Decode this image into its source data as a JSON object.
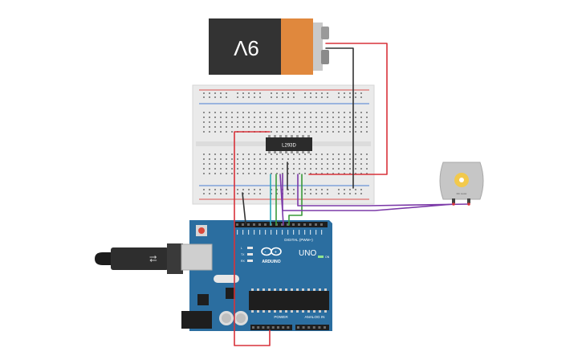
{
  "battery": {
    "label": "9V"
  },
  "chip": {
    "label": "L293D"
  },
  "motor": {
    "label": "DC motor"
  },
  "arduino": {
    "brand": "ARDUINO",
    "model": "UNO",
    "digital_label": "DIGITAL (PWM~)",
    "power_label": "POWER",
    "analog_label": "ANALOG IN",
    "on_label": "ON",
    "led_labels": [
      "L",
      "TX",
      "RX"
    ]
  },
  "colors": {
    "battery_body": "#3a3a3a",
    "battery_label": "#e0883d",
    "breadboard": "#e9e9e9",
    "rail_red": "#d9534f",
    "rail_blue": "#4a7fd1",
    "arduino_blue": "#2b6ea0",
    "wire_red": "#d8323a",
    "wire_black": "#333333",
    "wire_purple": "#7c3aa8",
    "wire_green": "#3a9a3a",
    "wire_cyan": "#2aa8b8"
  }
}
